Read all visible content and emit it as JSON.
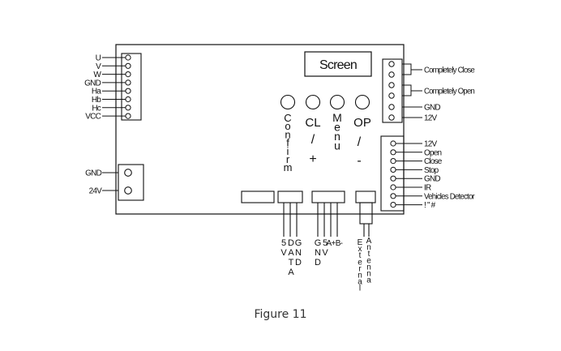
{
  "screen_label": "Screen",
  "caption": "Figure 11",
  "motor_pins": [
    "U",
    "V",
    "W",
    "GND",
    "Ha",
    "Hb",
    "Hc",
    "VCC"
  ],
  "power_pins": [
    "GND",
    "24V"
  ],
  "limit_pins": [
    "Completely Close",
    "Completely Open",
    "GND",
    "12V"
  ],
  "control_pins": [
    "12V",
    "Open",
    "Close",
    "Stop",
    "GND",
    "IR",
    "Vehicles Detector",
    "! \" #"
  ],
  "buttons": {
    "confirm": "Confirm",
    "cl": "CL",
    "cl_sign": "/ +",
    "menu": "Menu",
    "op": "OP",
    "op_sign": "/ -"
  },
  "bottom_labels": {
    "col1": [
      "5",
      "V"
    ],
    "col2": [
      "D",
      "A",
      "T",
      "A"
    ],
    "col3": [
      "G",
      "N",
      "D"
    ],
    "col4": [
      "G",
      "N",
      "D"
    ],
    "col5": [
      "5",
      "V"
    ],
    "col6": [
      "A+"
    ],
    "col7": [
      "B-"
    ],
    "external": "External",
    "antenna": "Antenna"
  }
}
